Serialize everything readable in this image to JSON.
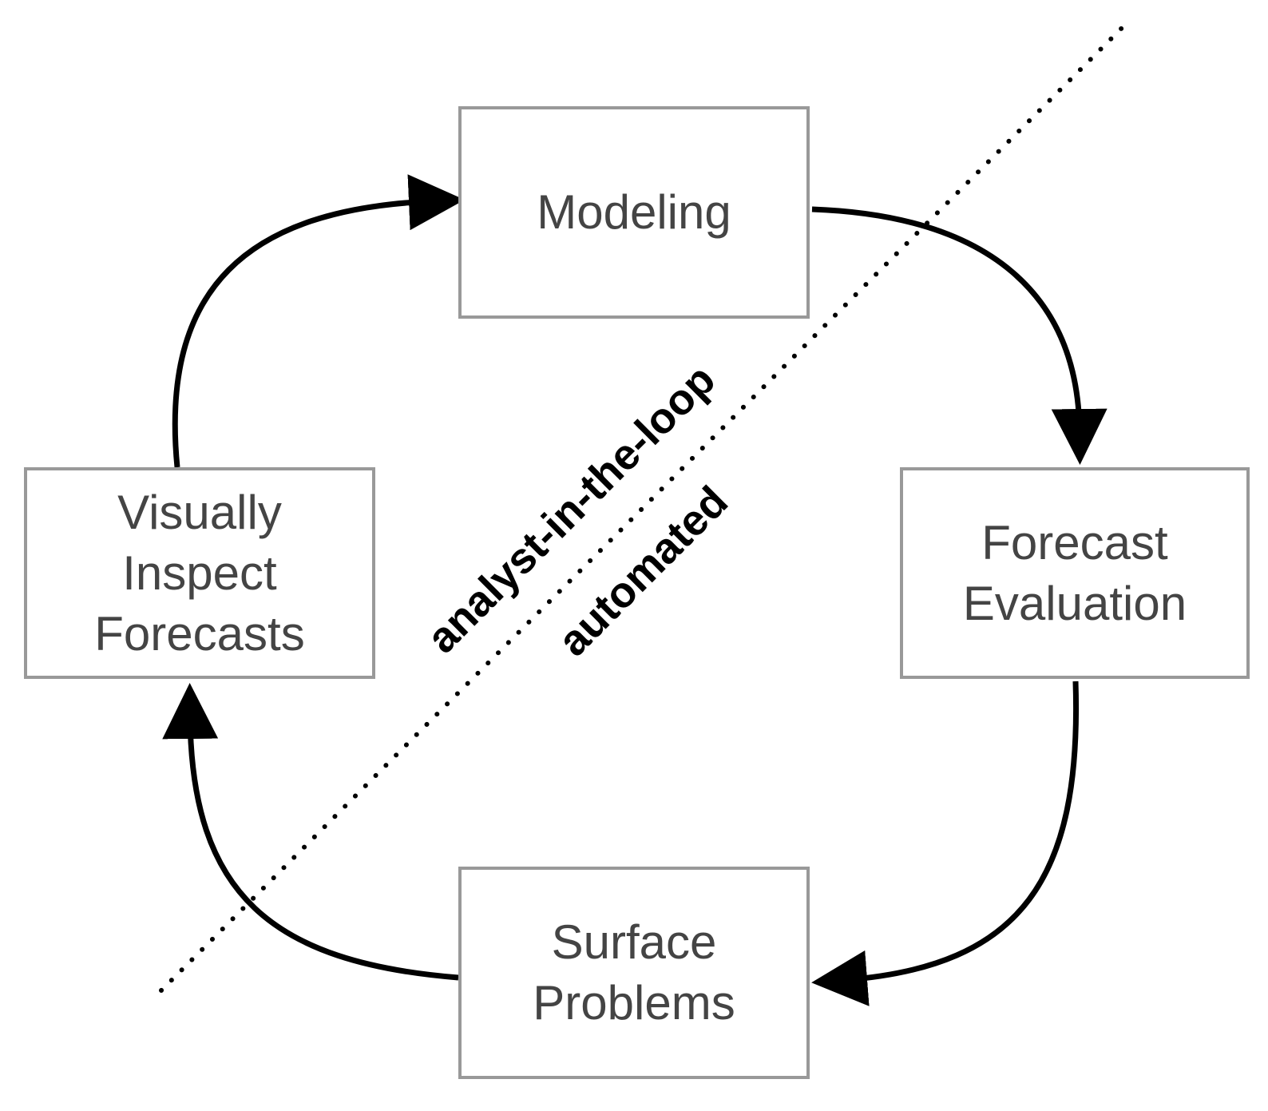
{
  "nodes": {
    "modeling": {
      "lines": [
        "Modeling"
      ]
    },
    "forecast_evaluation": {
      "lines": [
        "Forecast",
        "Evaluation"
      ]
    },
    "surface_problems": {
      "lines": [
        "Surface",
        "Problems"
      ]
    },
    "visually_inspect": {
      "lines": [
        "Visually",
        "Inspect",
        "Forecasts"
      ]
    }
  },
  "regions": {
    "upper_label": "analyst-in-the-loop",
    "lower_label": "automated"
  },
  "colors": {
    "box_border": "#999999",
    "box_text": "#444444",
    "arrow": "#000000",
    "divider": "#000000"
  }
}
